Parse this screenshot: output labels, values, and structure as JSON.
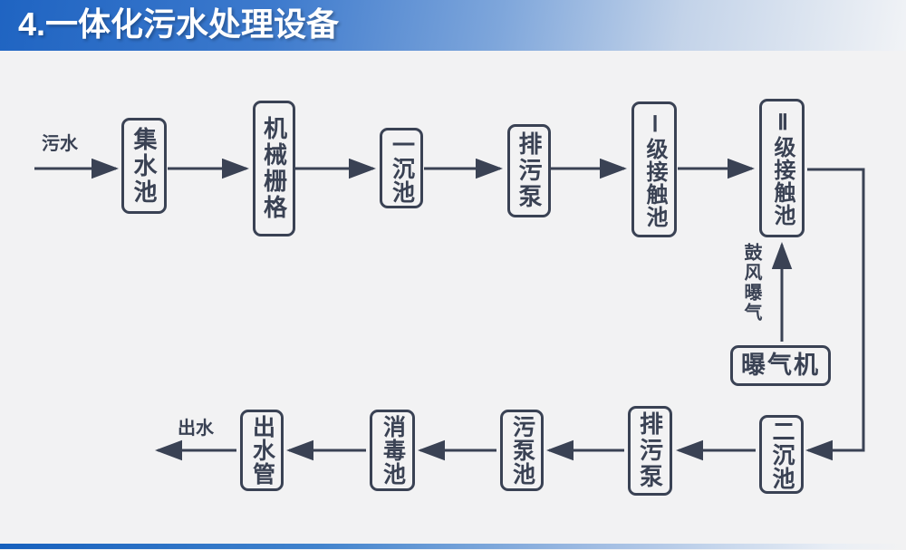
{
  "header": {
    "title": "4.一体化污水处理设备"
  },
  "colors": {
    "header_blue": "#1f64c2",
    "line_dark_slate": "#3a4254",
    "background_gray": "#f2f2f3",
    "title_text": "#ffffff"
  },
  "flowchart": {
    "type": "flowchart",
    "input_label": "污水",
    "output_label": "出水",
    "aeration_label": "鼓风曝气",
    "nodes": [
      {
        "id": "collection-tank",
        "label": "集水池"
      },
      {
        "id": "mechanical-grid",
        "label": "机械栅格"
      },
      {
        "id": "primary-sedimentation-tank",
        "label": "一沉池"
      },
      {
        "id": "sewage-pump-top",
        "label": "排污泵"
      },
      {
        "id": "stage1-contact-tank",
        "label": "Ⅰ级接触池"
      },
      {
        "id": "stage2-contact-tank",
        "label": "Ⅱ级接触池"
      },
      {
        "id": "aerator",
        "label": "曝气机"
      },
      {
        "id": "secondary-sedimentation-tank",
        "label": "二沉池"
      },
      {
        "id": "sewage-pump-bottom",
        "label": "排污泵"
      },
      {
        "id": "sludge-pump-tank",
        "label": "污泵池"
      },
      {
        "id": "disinfection-tank",
        "label": "消毒池"
      },
      {
        "id": "outlet-pipe",
        "label": "出水管"
      }
    ],
    "flow_sequence_top": "污水 → 集水池 → 机械栅格 → 一沉池 → 排污泵 → Ⅰ级接触池 → Ⅱ级接触池",
    "flow_sequence_bottom": "二沉池 → 排污泵 → 污泵池 → 消毒池 → 出水管 → 出水",
    "aeration_branch": "曝气机 → (鼓风曝气) → Ⅱ级接触池"
  }
}
